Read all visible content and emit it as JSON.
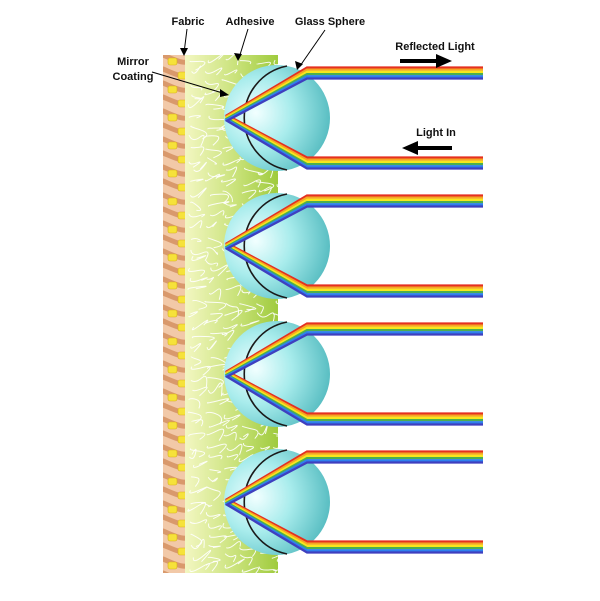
{
  "labels": {
    "fabric": "Fabric",
    "adhesive": "Adhesive",
    "glass_sphere": "Glass Sphere",
    "mirror_line1": "Mirror",
    "mirror_line2": "Coating",
    "reflected_light": "Reflected Light",
    "light_in": "Light In"
  },
  "colors": {
    "fabric_base": "#f2c9a8",
    "fabric_weave": "#d9996c",
    "fabric_yellow": "#f6e23a",
    "adhesive_light": "#f3f7c2",
    "adhesive_green": "#9fcb3d",
    "sphere_light": "#f2ffff",
    "sphere_mid": "#8fe1e3",
    "sphere_dark": "#4fb8bd",
    "arrow": "#000000",
    "rainbow": [
      "#e53020",
      "#f5a623",
      "#f8e71c",
      "#4caf50",
      "#2f80ed",
      "#3f3fbf"
    ]
  },
  "sphere_count": 4
}
